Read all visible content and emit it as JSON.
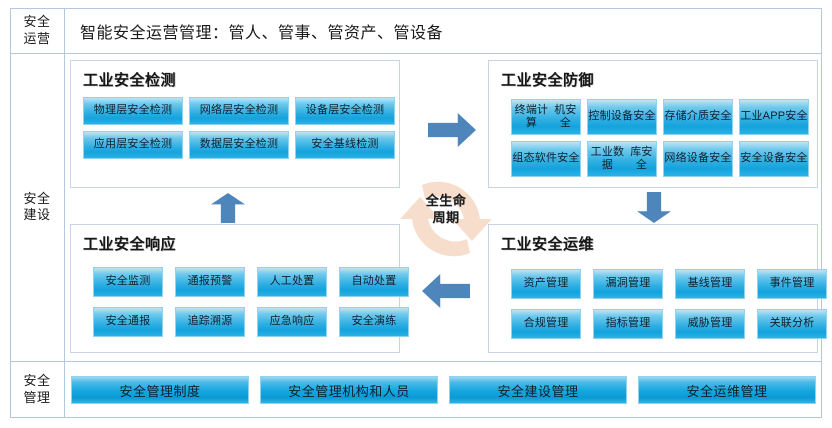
{
  "header": {
    "title": "智能安全运营管理：管人、管事、管资产、管设备"
  },
  "sidebar": {
    "items": [
      {
        "line1": "安全",
        "line2": "运营"
      },
      {
        "line1": "安全",
        "line2": "建设"
      },
      {
        "line1": "安全",
        "line2": "管理"
      }
    ]
  },
  "panels": {
    "detect": {
      "title": "工业安全检测",
      "chips": [
        "物理层安全检测",
        "网络层安全检测",
        "设备层安全检测",
        "应用层安全检测",
        "数据层安全检测",
        "安全基线检测"
      ]
    },
    "defend": {
      "title": "工业安全防御",
      "chips": [
        "终端计算\n机安全",
        "控制设备\n安全",
        "存储介质\n安全",
        "工业APP\n安全",
        "组态软件\n安全",
        "工业数据\n库安全",
        "网络设备\n安全",
        "安全设备\n安全"
      ]
    },
    "respond": {
      "title": "工业安全响应",
      "chips": [
        "安全监测",
        "通报预警",
        "人工处置",
        "自动处置",
        "安全通报",
        "追踪溯源",
        "应急响应",
        "安全演练"
      ]
    },
    "maintain": {
      "title": "工业安全运维",
      "chips": [
        "资产管理",
        "漏洞管理",
        "基线管理",
        "事件管理",
        "合规管理",
        "指标管理",
        "威胁管理",
        "关联分析"
      ]
    }
  },
  "lifecycle": {
    "line1": "全生命",
    "line2": "周期",
    "icon": "circular-cycle-arrow",
    "color": "#f7ddcb"
  },
  "management": {
    "chips": [
      "安全管理制度",
      "安全管理机构和人员",
      "安全建设管理",
      "安全运维管理"
    ]
  },
  "arrows": [
    {
      "name": "arrow-right-detect-to-defend",
      "direction": "right",
      "color": "#4e85bb"
    },
    {
      "name": "arrow-down-defend-to-maintain",
      "direction": "down",
      "color": "#4e85bb"
    },
    {
      "name": "arrow-left-maintain-to-respond",
      "direction": "left",
      "color": "#4e85bb"
    },
    {
      "name": "arrow-up-respond-to-detect",
      "direction": "up",
      "color": "#4e85bb"
    }
  ],
  "colors": {
    "chip_gradient_top": "#bfe4f5",
    "chip_gradient_mid": "#2eaee2",
    "arrow_blue": "#4e85bb",
    "border": "#b5c7dd",
    "lifecycle_peach": "#f7ddcb"
  }
}
